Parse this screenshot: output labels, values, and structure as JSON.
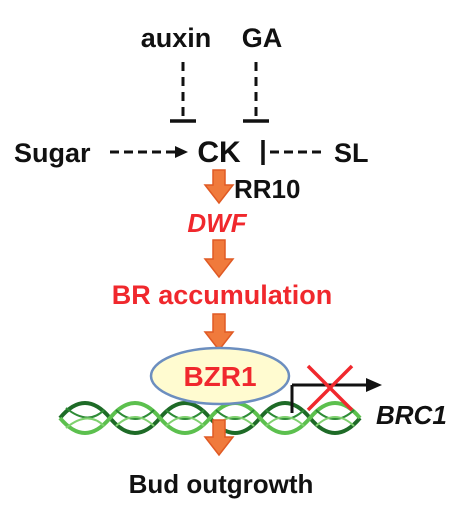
{
  "diagram": {
    "nodes": {
      "auxin": "auxin",
      "ga": "GA",
      "sugar": "Sugar",
      "ck": "CK",
      "sl": "SL",
      "rr10": "RR10",
      "dwf": "DWF",
      "br_accumulation": "BR accumulation",
      "bzr1": "BZR1",
      "brc1": "BRC1",
      "bud_outgrowth": "Bud outgrowth"
    },
    "colors": {
      "text": "#111111",
      "red_text": "#f0282d",
      "orange_arrow": "#f07a3c",
      "orange_arrow_edge": "#e05a24",
      "bzr1_fill": "#fffbd0",
      "bzr1_stroke": "#6c8ebf",
      "dna_dark": "#1e6b27",
      "dna_light": "#5cc04e",
      "cross": "#f0282d"
    }
  }
}
